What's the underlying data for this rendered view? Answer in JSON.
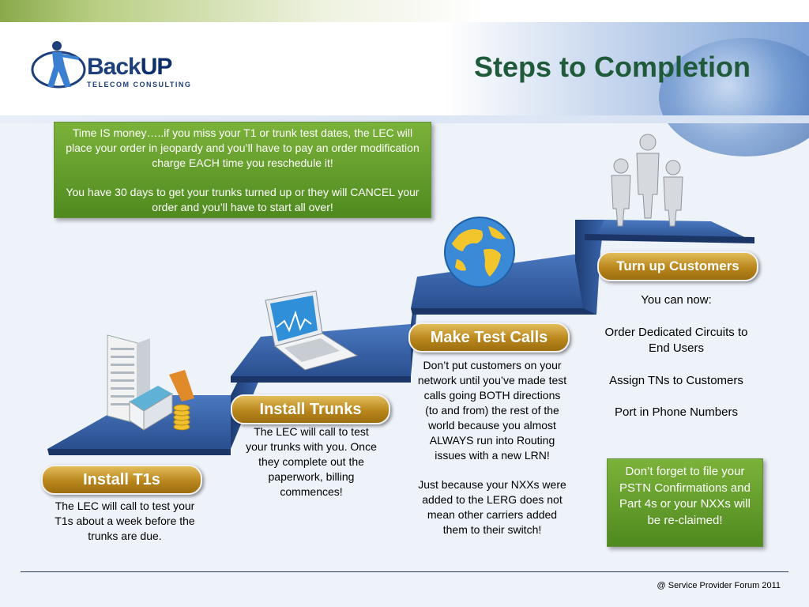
{
  "header": {
    "title": "Steps to Completion",
    "logo": {
      "brand_part1": "Back",
      "brand_part2": "UP",
      "tagline": "TELECOM CONSULTING"
    }
  },
  "notice_box": {
    "paragraph1": "Time IS money…..if you miss your T1 or trunk test dates, the LEC will place your order in jeopardy and you’ll have to pay an order modification charge EACH time you reschedule it!",
    "paragraph2": "You have 30 days to get your trunks turned up or they will CANCEL your order and you’ll have to start all over!"
  },
  "steps": [
    {
      "label": "Install T1s",
      "description": "The LEC will call to test your T1s about a week before the trunks are due."
    },
    {
      "label": "Install Trunks",
      "description": "The LEC will call to test your trunks with you. Once they complete out the paperwork, billing commences!"
    },
    {
      "label": "Make Test Calls",
      "description1": "Don’t put customers on your network until you’ve made test calls going BOTH directions (to and from) the rest of the world because you almost ALWAYS run into Routing issues with a new LRN!",
      "description2": "Just because your NXXs were added to the LERG does not mean other carriers added them to their switch!"
    },
    {
      "label": "Turn up Customers",
      "intro": "You can now:",
      "items": [
        "Order Dedicated Circuits to End Users",
        "Assign TNs to Customers",
        "Port in Phone Numbers"
      ]
    }
  ],
  "reminder_box": {
    "text": "Don’t forget to file your PSTN Confirmations and Part 4s or your NXXs will be re-claimed!"
  },
  "footer": {
    "text": "@ Service Provider Forum 2011"
  },
  "colors": {
    "title_green": "#1f5b3a",
    "box_green": "#5a9a26",
    "pill_gold": "#b9861c",
    "stair_blue": "#2c5496"
  },
  "icons": [
    "building-icon",
    "house-coins-icon",
    "laptop-icon",
    "globe-icon",
    "people-icon"
  ]
}
